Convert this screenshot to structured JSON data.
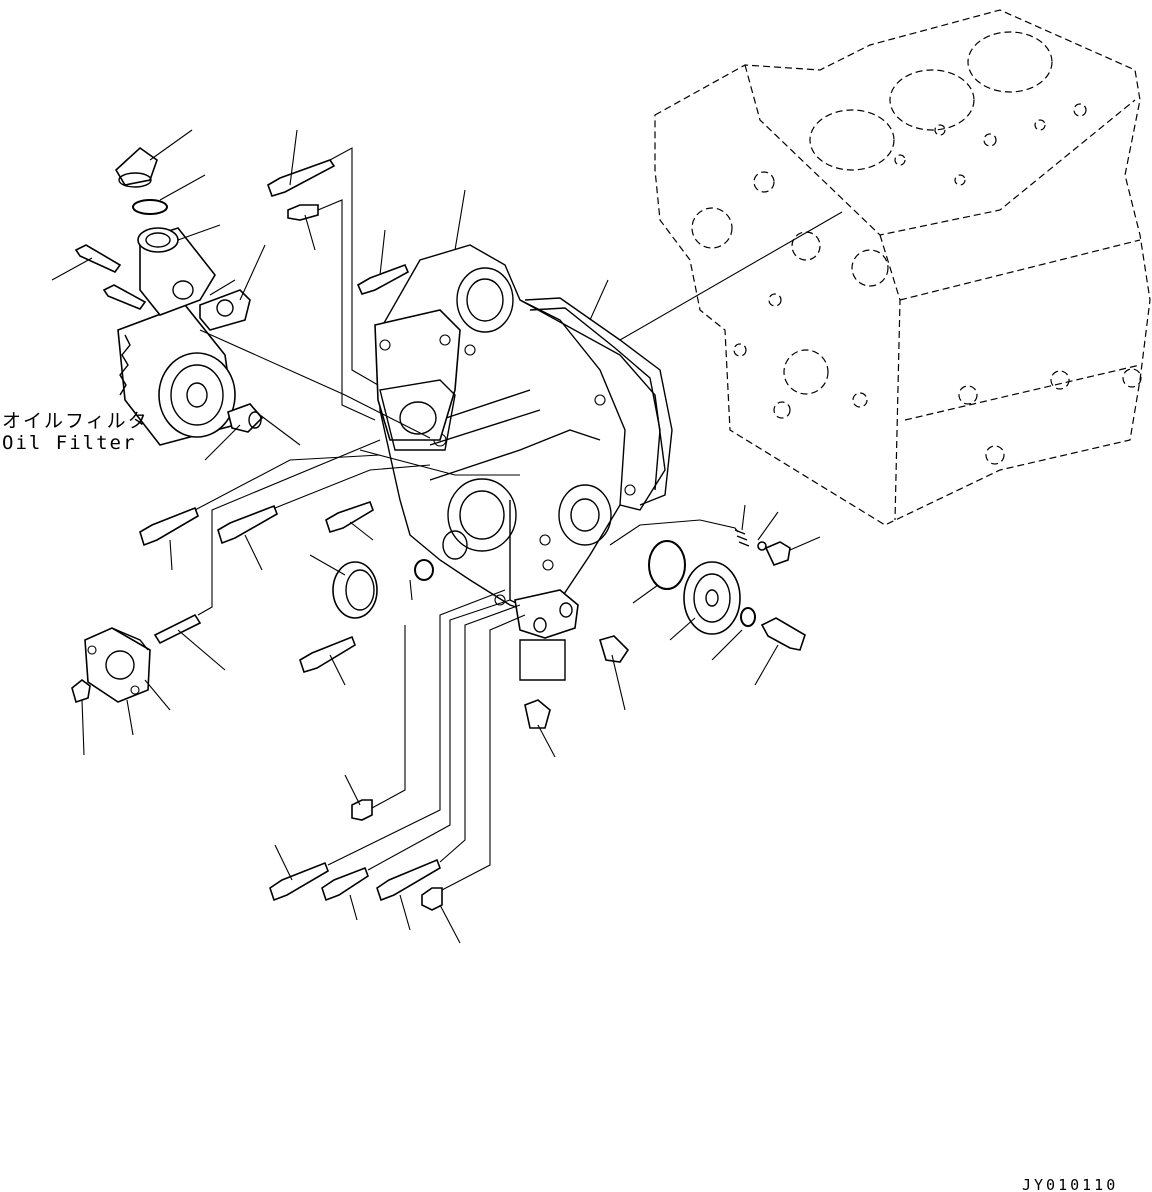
{
  "labels": {
    "oil_filter_jp": "オイルフィルタ",
    "oil_filter_en": "Oil Filter"
  },
  "drawing_code": "JY010110"
}
